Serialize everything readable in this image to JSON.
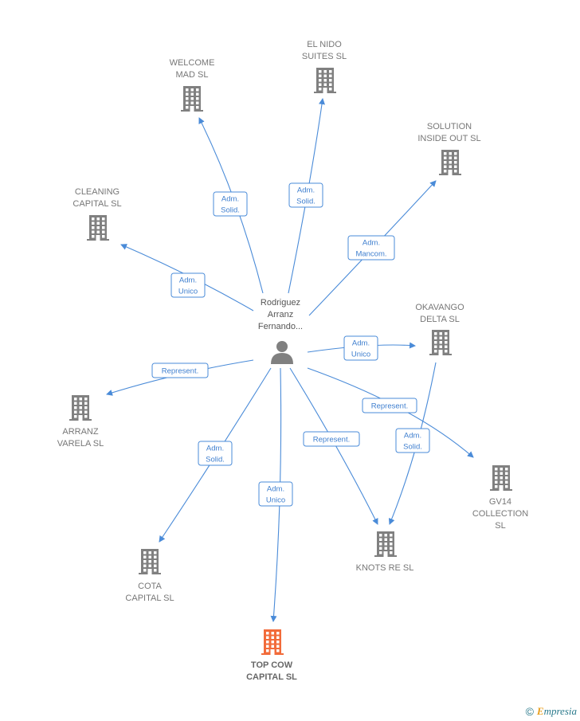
{
  "colors": {
    "edge": "#4a8bd8",
    "company": "#808080",
    "company_highlight": "#f26b3a",
    "person": "#808080"
  },
  "center": {
    "icon": "person-icon",
    "label_lines": [
      "Rodriguez",
      "Arranz",
      "Fernando..."
    ]
  },
  "companies": [
    {
      "id": "welcome",
      "lines": [
        "WELCOME",
        "MAD  SL"
      ],
      "highlight": false
    },
    {
      "id": "elnido",
      "lines": [
        "EL NIDO",
        "SUITES  SL"
      ],
      "highlight": false
    },
    {
      "id": "solution",
      "lines": [
        "SOLUTION",
        "INSIDE OUT SL"
      ],
      "highlight": false
    },
    {
      "id": "cleaning",
      "lines": [
        "CLEANING",
        "CAPITAL  SL"
      ],
      "highlight": false
    },
    {
      "id": "okavango",
      "lines": [
        "OKAVANGO",
        "DELTA  SL"
      ],
      "highlight": false
    },
    {
      "id": "arranz",
      "lines": [
        "ARRANZ",
        "VARELA  SL"
      ],
      "highlight": false
    },
    {
      "id": "gv14",
      "lines": [
        "GV14",
        "COLLECTION",
        "SL"
      ],
      "highlight": false
    },
    {
      "id": "knots",
      "lines": [
        "KNOTS RE  SL"
      ],
      "highlight": false
    },
    {
      "id": "cota",
      "lines": [
        "COTA",
        "CAPITAL  SL"
      ],
      "highlight": false
    },
    {
      "id": "topcow",
      "lines": [
        "TOP COW",
        "CAPITAL  SL"
      ],
      "highlight": true
    }
  ],
  "edges": [
    {
      "to": "welcome",
      "lines": [
        "Adm.",
        "Solid."
      ]
    },
    {
      "to": "elnido",
      "lines": [
        "Adm.",
        "Solid."
      ]
    },
    {
      "to": "solution",
      "lines": [
        "Adm.",
        "Mancom."
      ]
    },
    {
      "to": "cleaning",
      "lines": [
        "Adm.",
        "Unico"
      ]
    },
    {
      "to": "okavango",
      "lines": [
        "Adm.",
        "Unico"
      ]
    },
    {
      "to": "arranz",
      "lines": [
        "Represent."
      ]
    },
    {
      "to": "gv14",
      "lines": [
        "Represent."
      ]
    },
    {
      "to": "knots",
      "lines": [
        "Represent."
      ]
    },
    {
      "from": "okavango",
      "to": "knots",
      "lines": [
        "Adm.",
        "Solid."
      ]
    },
    {
      "to": "cota",
      "lines": [
        "Adm.",
        "Solid."
      ]
    },
    {
      "to": "topcow",
      "lines": [
        "Adm.",
        "Unico"
      ]
    }
  ],
  "footer": {
    "copyright": "©",
    "brand_initial": "E",
    "brand_rest": "mpresia"
  }
}
